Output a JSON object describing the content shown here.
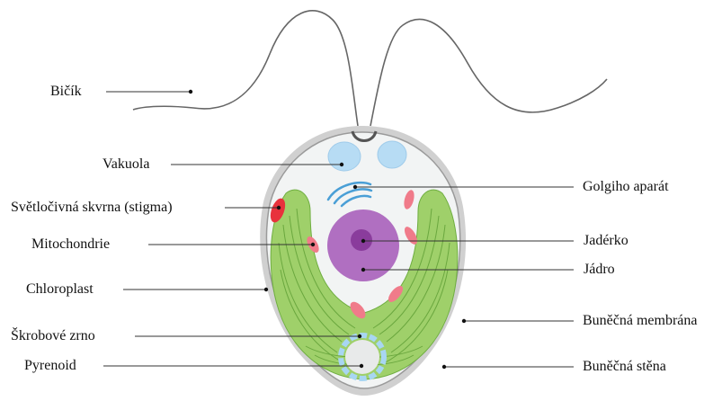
{
  "labels": {
    "bicik": "Bičík",
    "vakuola": "Vakuola",
    "stigma": "Světločivná skvrna (stigma)",
    "mitochondrie": "Mitochondrie",
    "chloroplast": "Chloroplast",
    "skrobove_zrno": "Škrobové zrno",
    "pyrenoid": "Pyrenoid",
    "golgi": "Golgiho aparát",
    "jaderko": "Jadérko",
    "jadro": "Jádro",
    "bunecna_membrana": "Buněčná membrána",
    "bunecna_stena": "Buněčná stěna"
  },
  "colors": {
    "cell_wall": "#c9c9c9",
    "cytoplasm": "#f2f4f4",
    "chloroplast": "#8cc653",
    "chloroplast_light": "#c3e29a",
    "chloroplast_lines": "#5e9e34",
    "vacuole": "#b7dcf4",
    "golgi": "#4a9fd6",
    "stigma": "#e8323c",
    "mitochondria": "#f07b8a",
    "nucleus": "#b06fc1",
    "nucleolus": "#8a3c9c",
    "pyrenoid_ring": "#a8d6f2",
    "flagellum": "#666666"
  }
}
